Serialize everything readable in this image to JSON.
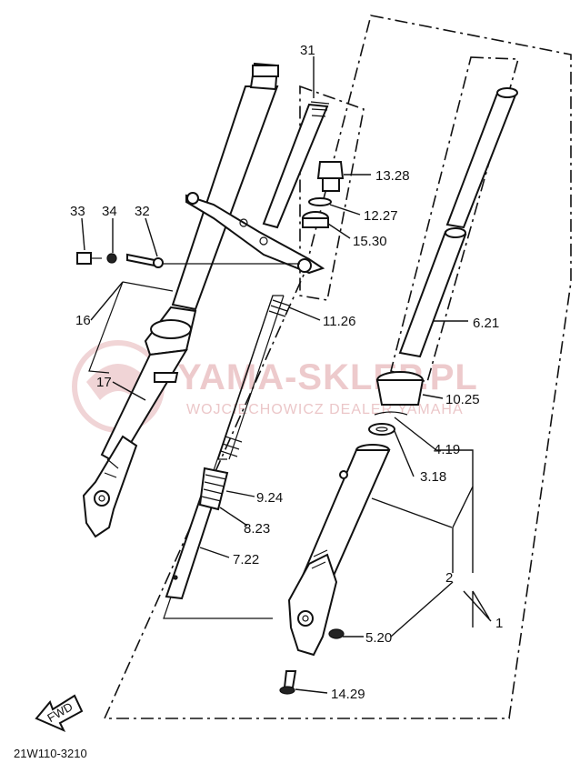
{
  "watermark": {
    "brand": "YAMA-SKLEP.PL",
    "sub": "WOJCIECHOWICZ DEALER YAMAHA"
  },
  "diagram_code": "21W110-3210",
  "fwd_label": "FWD",
  "labels": {
    "l31": "31",
    "l13": "13.28",
    "l12": "12.27",
    "l15": "15.30",
    "l11": "11.26",
    "l6": "6.21",
    "l10": "10.25",
    "l4": "4.19",
    "l3": "3.18",
    "l2": "2",
    "l1": "1",
    "l9": "9.24",
    "l8": "8.23",
    "l7": "7.22",
    "l5": "5.20",
    "l14": "14.29",
    "l16": "16",
    "l17": "17",
    "l33": "33",
    "l34": "34",
    "l32": "32"
  }
}
